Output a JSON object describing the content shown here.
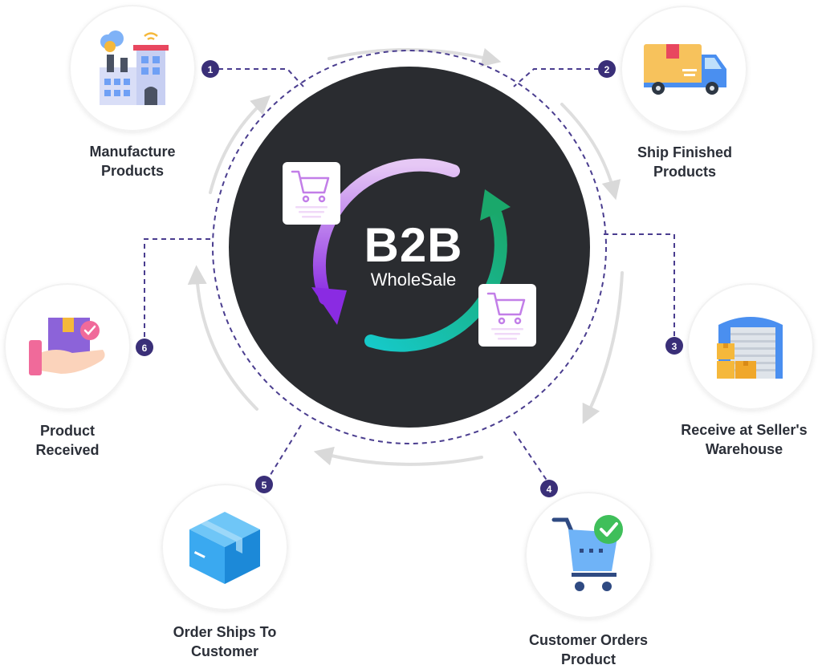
{
  "hub": {
    "title": "B2B",
    "subtitle": "WholeSale"
  },
  "colors": {
    "hub_dark": "#2a2c30",
    "dash": "#4a3d8f",
    "badge": "#3a2f78",
    "arc_purple": "#a142f4",
    "arc_green": "#1fb57a",
    "arc_teal": "#1ec8c8",
    "label_text": "#2b2f38"
  },
  "steps": [
    {
      "number": "1",
      "line1": "Manufacture",
      "line2": "Products",
      "icon": "factory-icon"
    },
    {
      "number": "2",
      "line1": "Ship Finished",
      "line2": "Products",
      "icon": "delivery-truck-icon"
    },
    {
      "number": "3",
      "line1": "Receive at Seller's",
      "line2": "Warehouse",
      "icon": "warehouse-icon"
    },
    {
      "number": "4",
      "line1": "Customer Orders",
      "line2": "Product",
      "icon": "shopping-cart-check-icon"
    },
    {
      "number": "5",
      "line1": "Order Ships To",
      "line2": "Customer",
      "icon": "box-icon"
    },
    {
      "number": "6",
      "line1": "Product",
      "line2": "Received",
      "icon": "hand-package-icon"
    }
  ]
}
